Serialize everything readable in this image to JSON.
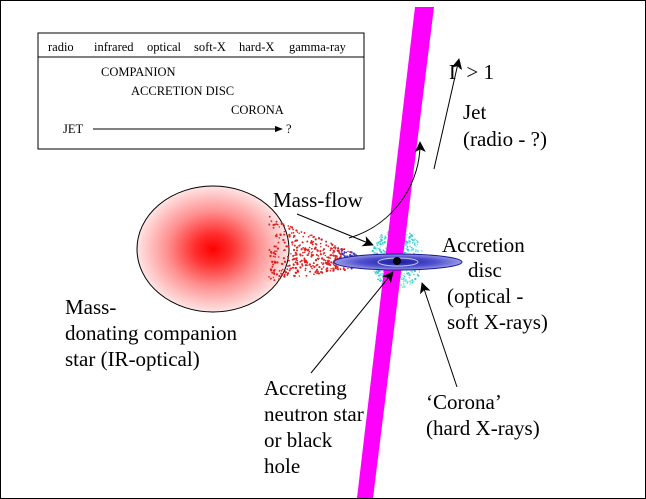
{
  "legend": {
    "bands": [
      "radio",
      "infrared",
      "optical",
      "soft-X",
      "hard-X",
      "gamma-ray"
    ],
    "components": {
      "companion": "COMPANION",
      "accretion_disc": "ACCRETION DISC",
      "corona": "CORONA",
      "jet": "JET",
      "jet_end": "?"
    }
  },
  "labels": {
    "gamma": "Γ > 1",
    "jet_line1": "Jet",
    "jet_line2": "(radio - ?)",
    "mass_flow": "Mass-flow",
    "disc_line1": "Accretion",
    "disc_line2": "disc",
    "disc_line3": "(optical -",
    "disc_line4": "soft X-rays)",
    "star_line1": "Mass-",
    "star_line2": "donating companion",
    "star_line3": "star (IR-optical)",
    "compact_line1": "Accreting",
    "compact_line2": "neutron star",
    "compact_line3": "or black",
    "compact_line4": "hole",
    "corona_line1": "‘Corona’",
    "corona_line2": "(hard X-rays)"
  },
  "colors": {
    "jet": "#ff00ff",
    "star": "#ff0000",
    "disc": "#3333cc",
    "corona": "#33cccc"
  }
}
